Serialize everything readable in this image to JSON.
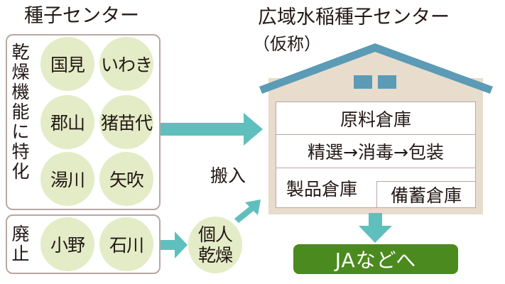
{
  "left": {
    "title": "種子センター",
    "group_dry": {
      "label": "乾燥機能に特化",
      "centers": [
        "国見",
        "いわき",
        "郡山",
        "猪苗代",
        "湯川",
        "矢吹"
      ]
    },
    "group_closed": {
      "label": "廃止",
      "centers": [
        "小野",
        "石川"
      ]
    }
  },
  "middle": {
    "carry_in_label": "搬入",
    "individual_drying": "個人乾燥"
  },
  "right": {
    "title": "広域水稲種子センター",
    "subtitle": "（仮称）",
    "building": {
      "raw_warehouse": "原料倉庫",
      "process": "精選→消毒→包装",
      "product_warehouse": "製品倉庫",
      "reserve_warehouse": "備蓄倉庫"
    },
    "destination": "JAなどへ"
  },
  "colors": {
    "arrow": "#5fbfbd",
    "roof": "#5b9bb5",
    "wall": "#e8dccc",
    "circle": "#e3ecc6",
    "border": "#b9a7a2",
    "destination_bg": "#4b8a1e"
  }
}
